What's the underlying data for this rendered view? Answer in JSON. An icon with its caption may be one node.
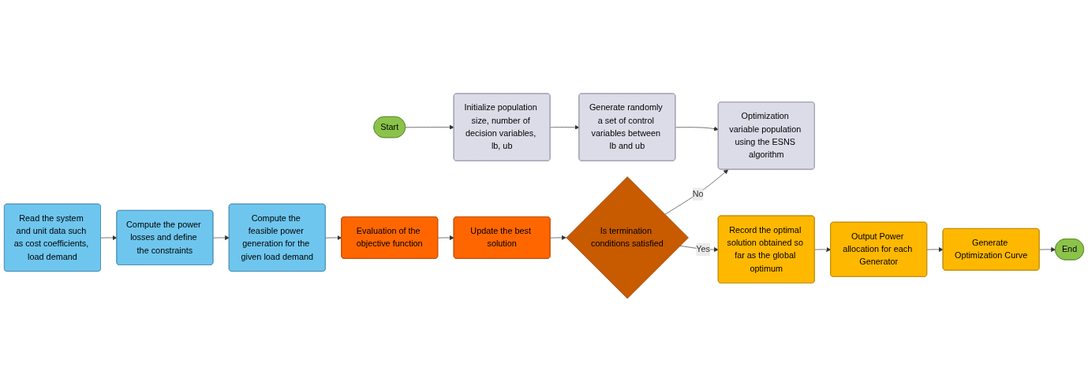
{
  "diagram": {
    "nodes": [
      {
        "text": [
          "Start"
        ]
      },
      {
        "text": [
          "Initialize population size, number of decision variables, lb, ub"
        ]
      },
      {
        "text": [
          "Generate randomly a set of control variables between lb and ub"
        ]
      },
      {
        "text": [
          "Optimization variable population using the ESNS algorithm"
        ]
      },
      {
        "text": [
          "Read the system and unit data such as cost coefficients, load demand"
        ]
      },
      {
        "text": [
          "Compute the power losses and define the constraints"
        ]
      },
      {
        "text": [
          "Compute the feasible power generation for the given load demand"
        ]
      },
      {
        "text": [
          "Evaluation of the objective function"
        ]
      },
      {
        "text": [
          "Update the best solution"
        ]
      },
      {
        "text": [
          "Is termination conditions satisfied"
        ]
      },
      {
        "text": [
          "Record the optimal solution obtained so far as the global optimum"
        ]
      },
      {
        "text": [
          "Output Power allocation for each Generator"
        ]
      },
      {
        "text": [
          "Generate Optimization Curve"
        ]
      },
      {
        "text": [
          "End"
        ]
      }
    ],
    "edges": [
      {
        "from": 0,
        "to": 1,
        "arrow": "to"
      },
      {
        "from": 1,
        "to": 2,
        "arrow": "to"
      },
      {
        "from": 2,
        "to": 3,
        "arrow": "to"
      },
      {
        "from": 4,
        "to": 5,
        "arrow": "to"
      },
      {
        "from": 5,
        "to": 6,
        "arrow": "to"
      },
      {
        "from": 6,
        "to": 7,
        "arrow": "to"
      },
      {
        "from": 7,
        "to": 8,
        "arrow": "to"
      },
      {
        "from": 8,
        "to": 9,
        "arrow": "to"
      },
      {
        "from": 9,
        "to": 3,
        "arrow": "to",
        "label": "No"
      },
      {
        "from": 9,
        "to": 10,
        "arrow": "to",
        "label": "Yes"
      },
      {
        "from": 10,
        "to": 11,
        "arrow": "to"
      },
      {
        "from": 11,
        "to": 12,
        "arrow": "to"
      },
      {
        "from": 12,
        "to": 13,
        "arrow": "to"
      }
    ]
  }
}
